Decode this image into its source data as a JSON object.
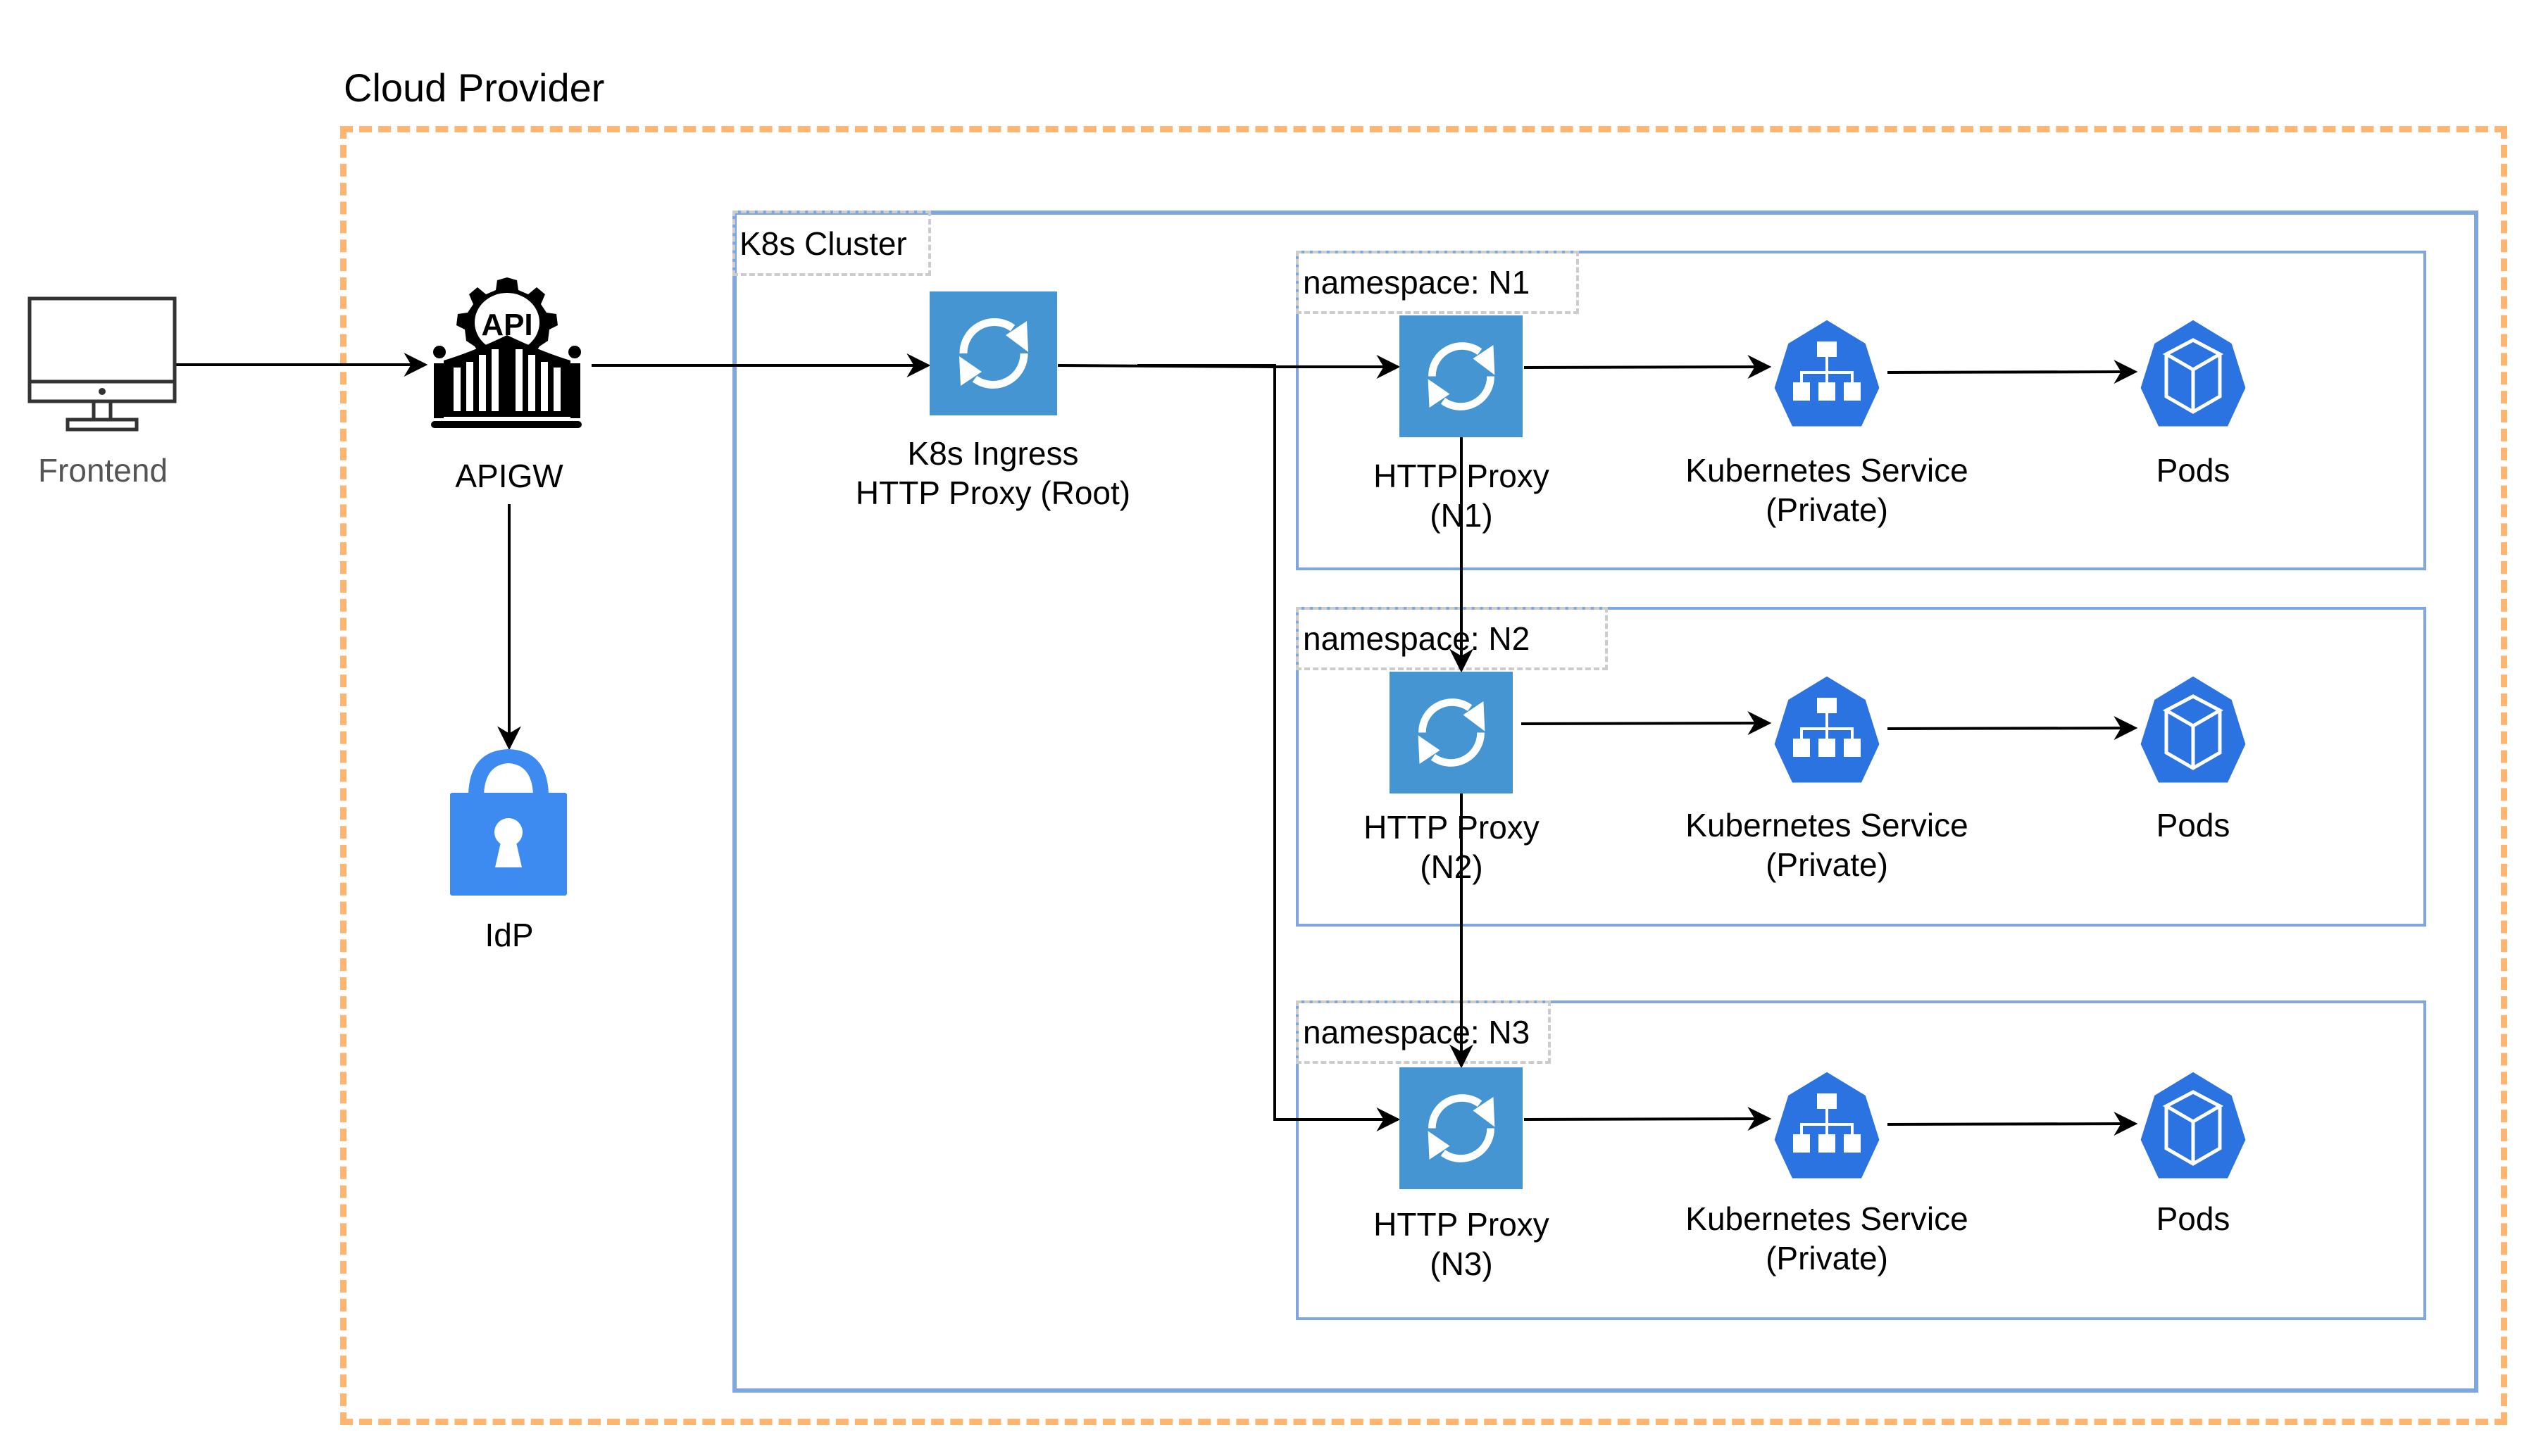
{
  "cloud_provider": {
    "label": "Cloud Provider",
    "border_color": "#FFB570"
  },
  "frontend": {
    "label": "Frontend",
    "icon": "monitor-icon"
  },
  "apigw": {
    "label": "APIGW",
    "icon": "api-gateway-icon",
    "icon_text": "API"
  },
  "idp": {
    "label": "IdP",
    "icon": "lock-icon",
    "color": "#3D8BF0"
  },
  "cluster": {
    "label": "K8s Cluster",
    "border_color": "#7EA6E0",
    "ingress": {
      "line1": "K8s Ingress",
      "line2": "HTTP Proxy (Root)",
      "icon": "sync-icon",
      "color": "#4495D1"
    },
    "namespaces": [
      {
        "label": "namespace: N1",
        "proxy_line1": "HTTP Proxy",
        "proxy_line2": "(N1)",
        "service_line1": "Kubernetes Service",
        "service_line2": "(Private)",
        "pods": "Pods"
      },
      {
        "label": "namespace: N2",
        "proxy_line1": "HTTP Proxy",
        "proxy_line2": "(N2)",
        "service_line1": "Kubernetes Service",
        "service_line2": "(Private)",
        "pods": "Pods"
      },
      {
        "label": "namespace: N3",
        "proxy_line1": "HTTP Proxy",
        "proxy_line2": "(N3)",
        "service_line1": "Kubernetes Service",
        "service_line2": "(Private)",
        "pods": "Pods"
      }
    ],
    "k8s_icon_color": "#2A73E0"
  },
  "edges": [
    {
      "from": "Frontend",
      "to": "APIGW"
    },
    {
      "from": "APIGW",
      "to": "IdP"
    },
    {
      "from": "APIGW",
      "to": "K8s Ingress HTTP Proxy (Root)"
    },
    {
      "from": "K8s Ingress HTTP Proxy (Root)",
      "to": "HTTP Proxy (N1)"
    },
    {
      "from": "K8s Ingress HTTP Proxy (Root)",
      "to": "HTTP Proxy (N3)"
    },
    {
      "from": "HTTP Proxy (N1)",
      "to": "HTTP Proxy (N2)"
    },
    {
      "from": "HTTP Proxy (N2)",
      "to": "HTTP Proxy (N3)"
    },
    {
      "from": "HTTP Proxy (N1)",
      "to": "Kubernetes Service (N1)"
    },
    {
      "from": "Kubernetes Service (N1)",
      "to": "Pods (N1)"
    },
    {
      "from": "HTTP Proxy (N2)",
      "to": "Kubernetes Service (N2)"
    },
    {
      "from": "Kubernetes Service (N2)",
      "to": "Pods (N2)"
    },
    {
      "from": "HTTP Proxy (N3)",
      "to": "Kubernetes Service (N3)"
    },
    {
      "from": "Kubernetes Service (N3)",
      "to": "Pods (N3)"
    }
  ]
}
